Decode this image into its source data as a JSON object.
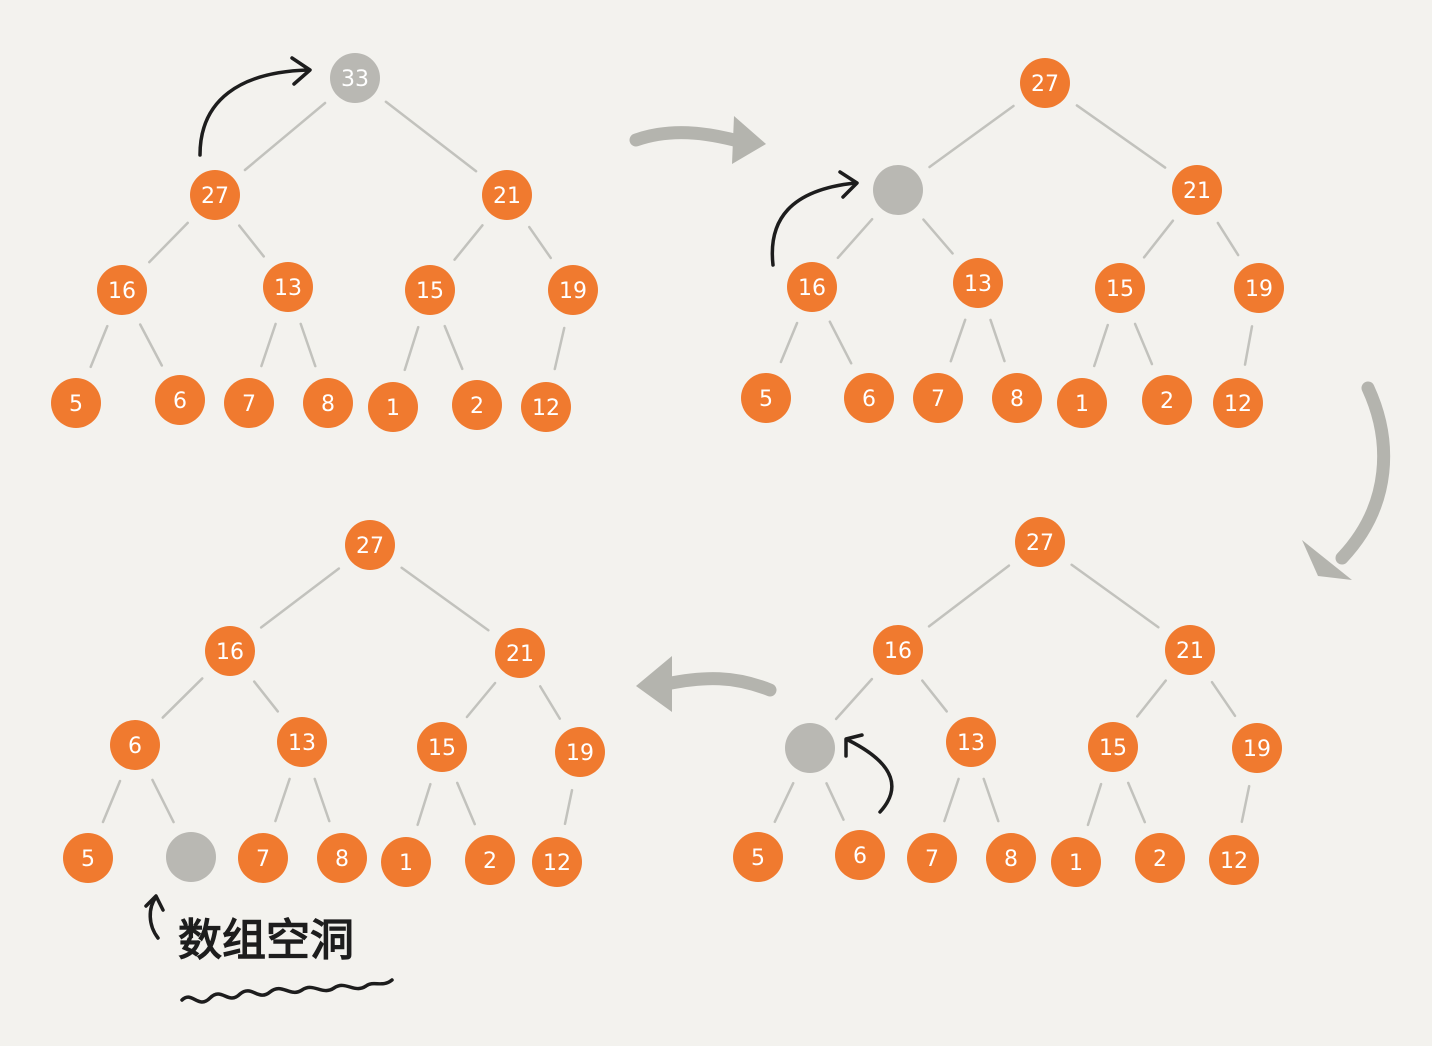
{
  "colors": {
    "node": "#f07a2f",
    "hole": "#b9b8b3",
    "removed": "#b9b8b3",
    "edge": "#c2c2bd",
    "arrow": "#b4b4ae",
    "pointer": "#1d1d1d"
  },
  "panels": [
    {
      "id": "step-1",
      "nodes": [
        {
          "label": "33",
          "state": "removed"
        },
        {
          "label": "27"
        },
        {
          "label": "21"
        },
        {
          "label": "16"
        },
        {
          "label": "13"
        },
        {
          "label": "15"
        },
        {
          "label": "19"
        },
        {
          "label": "5"
        },
        {
          "label": "6"
        },
        {
          "label": "7"
        },
        {
          "label": "8"
        },
        {
          "label": "1"
        },
        {
          "label": "2"
        },
        {
          "label": "12"
        }
      ]
    },
    {
      "id": "step-2",
      "nodes": [
        {
          "label": "27"
        },
        {
          "label": "",
          "state": "hole"
        },
        {
          "label": "21"
        },
        {
          "label": "16"
        },
        {
          "label": "13"
        },
        {
          "label": "15"
        },
        {
          "label": "19"
        },
        {
          "label": "5"
        },
        {
          "label": "6"
        },
        {
          "label": "7"
        },
        {
          "label": "8"
        },
        {
          "label": "1"
        },
        {
          "label": "2"
        },
        {
          "label": "12"
        }
      ]
    },
    {
      "id": "step-3",
      "nodes": [
        {
          "label": "27"
        },
        {
          "label": "16"
        },
        {
          "label": "21"
        },
        {
          "label": "",
          "state": "hole"
        },
        {
          "label": "13"
        },
        {
          "label": "15"
        },
        {
          "label": "19"
        },
        {
          "label": "5"
        },
        {
          "label": "6"
        },
        {
          "label": "7"
        },
        {
          "label": "8"
        },
        {
          "label": "1"
        },
        {
          "label": "2"
        },
        {
          "label": "12"
        }
      ]
    },
    {
      "id": "step-4",
      "nodes": [
        {
          "label": "27"
        },
        {
          "label": "16"
        },
        {
          "label": "21"
        },
        {
          "label": "6"
        },
        {
          "label": "13"
        },
        {
          "label": "15"
        },
        {
          "label": "19"
        },
        {
          "label": "5"
        },
        {
          "label": "",
          "state": "hole"
        },
        {
          "label": "7"
        },
        {
          "label": "8"
        },
        {
          "label": "1"
        },
        {
          "label": "2"
        },
        {
          "label": "12"
        }
      ]
    }
  ],
  "annotation": {
    "text": "数组空洞"
  }
}
